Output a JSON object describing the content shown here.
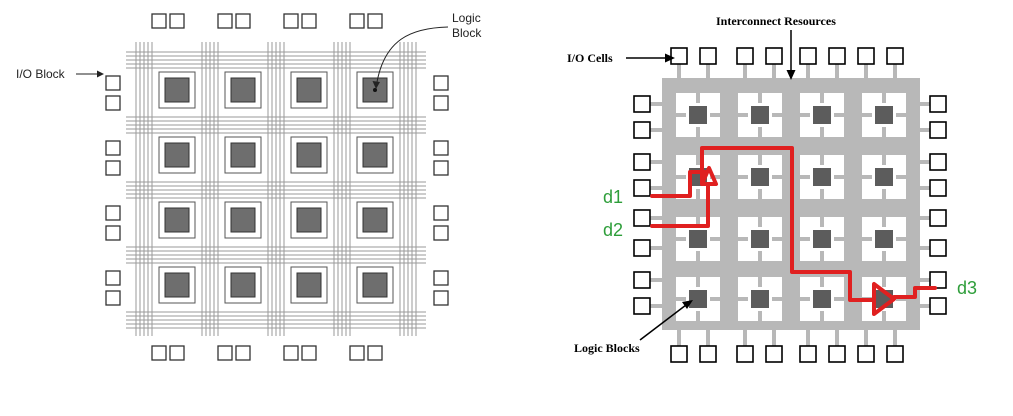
{
  "left": {
    "io_block_label": "I/O Block",
    "logic_block_label_line1": "Logic",
    "logic_block_label_line2": "Block"
  },
  "right": {
    "io_cells_label": "I/O Cells",
    "interconnect_label": "Interconnect Resources",
    "logic_blocks_label": "Logic Blocks",
    "signals": [
      "d1",
      "d2",
      "d3"
    ],
    "route_color": "#e02020",
    "signal_color": "#2e9e3a",
    "routing_color": "#b8b8b8"
  },
  "colors": {
    "block_fill": "#6e6e6e",
    "right_block_fill": "#5c5c5c",
    "wire": "#9a9a9a"
  }
}
